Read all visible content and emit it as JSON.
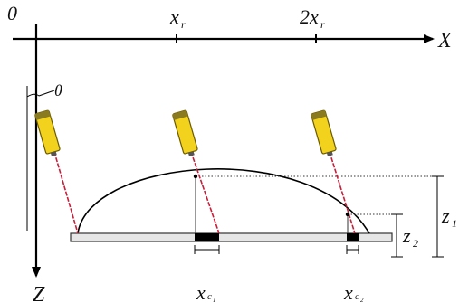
{
  "diagram": {
    "origin_label": "0",
    "x_axis_label": "X",
    "z_axis_label": "Z",
    "theta_label": "θ",
    "tick_xr": {
      "main": "x",
      "sub": "r"
    },
    "tick_2xr": {
      "prefix": "2",
      "main": "x",
      "sub": "r"
    },
    "z1": {
      "main": "z",
      "sub": "1"
    },
    "z2": {
      "main": "z",
      "sub": "2"
    },
    "xc1": {
      "main": "x",
      "sub": "c",
      "subsub": "1"
    },
    "xc2": {
      "main": "x",
      "sub": "c",
      "subsub": "2"
    },
    "colors": {
      "laser_body": "#f2d21c",
      "laser_outline": "#6b5a00",
      "beam": "#c81e3a",
      "axis": "#000000",
      "guide": "#333333",
      "plate": "#e6e6e6",
      "detector": "#000000"
    }
  }
}
